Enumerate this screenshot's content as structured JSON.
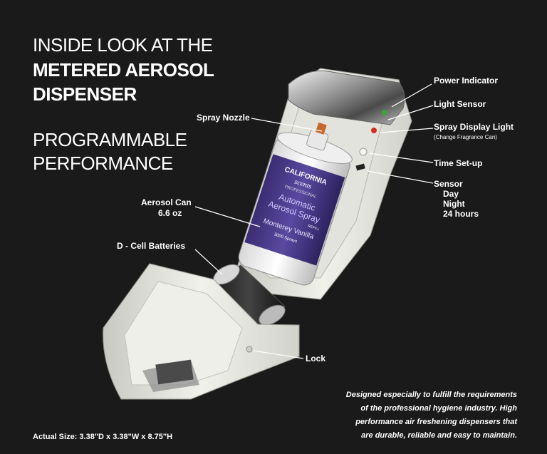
{
  "heading": {
    "line1": "INSIDE LOOK AT THE",
    "line2": "METERED AEROSOL",
    "line3": "DISPENSER",
    "sub1": "PROGRAMMABLE",
    "sub2": "PERFORMANCE"
  },
  "callouts": {
    "power_indicator": "Power Indicator",
    "light_sensor": "Light Sensor",
    "spray_display_light": "Spray Display Light",
    "spray_display_note": "(Change Fragrance Can)",
    "time_setup": "Time Set-up",
    "sensor": "Sensor",
    "sensor_day": "Day",
    "sensor_night": "Night",
    "sensor_24": "24 hours",
    "spray_nozzle": "Spray Nozzle",
    "aerosol_can": "Aerosol Can",
    "aerosol_size": "6.6 oz",
    "batteries": "D - Cell Batteries",
    "lock": "Lock"
  },
  "can_label": {
    "brand1": "CALIFORNIA",
    "brand2": "scents",
    "brand3": "PROFESSIONAL",
    "product1": "Automatic",
    "product2": "Aerosol Spray",
    "refill": "REFILL",
    "scent": "Monterey Vanilla",
    "sprays": "3000 Sprays"
  },
  "tagline": [
    "Designed especially to fulfill the requirements",
    "of the professional hygiene industry. High",
    "performance air freshening dispensers that",
    "are durable, reliable and easy to maintain."
  ],
  "size_text": "Actual Size: 3.38\"D x 3.38\"W x 8.75\"H",
  "colors": {
    "background": "#1a1a1a",
    "label_purple": "#4a3a8a",
    "power_led": "#3ea03a",
    "spray_led": "#d03020"
  }
}
